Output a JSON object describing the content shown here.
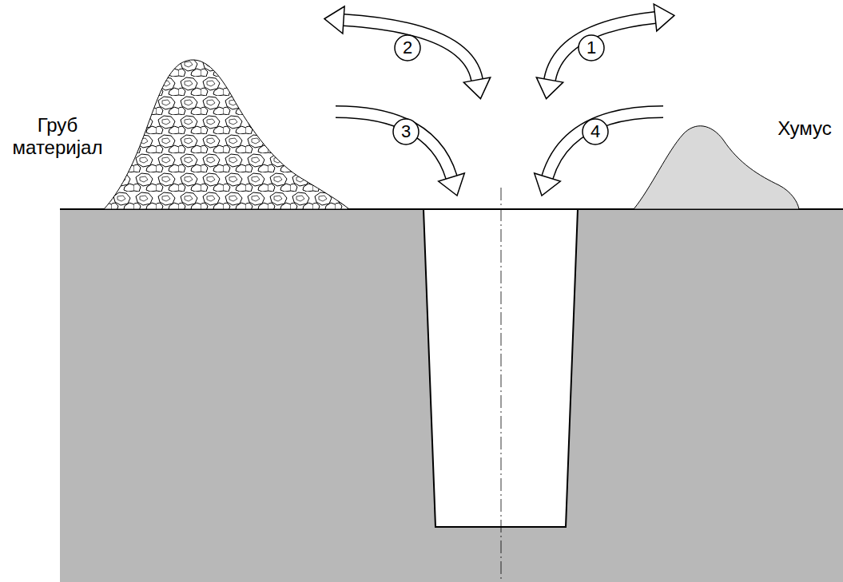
{
  "diagram": {
    "labels": [
      "Груб материјал",
      "Хумус",
      "1",
      "2",
      "3",
      "4"
    ]
  }
}
